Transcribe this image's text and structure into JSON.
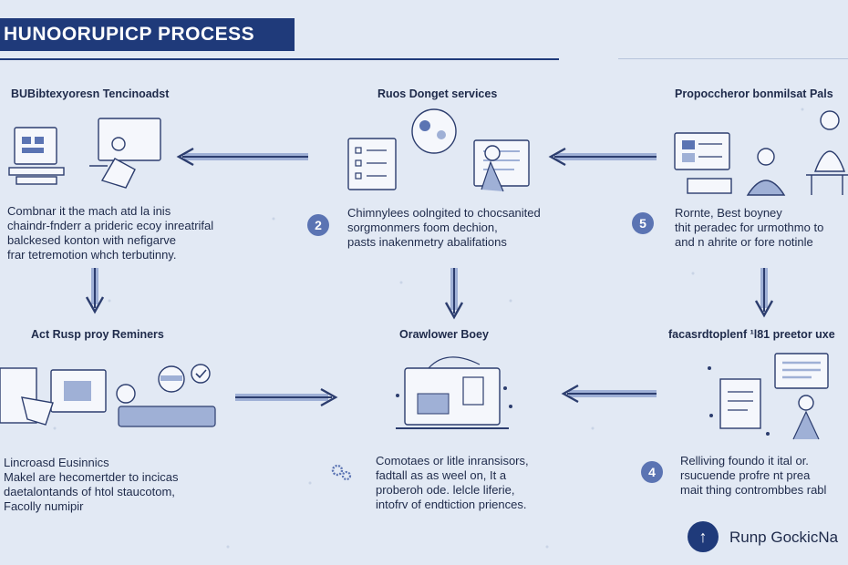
{
  "title": "HUNOORUPICP PROCESS",
  "steps": [
    {
      "heading": "BUBibtexyoresn Tencinoadst",
      "lines": [
        "Combnar it the mach atd la inis",
        "chaindr-fnderr a prideric ecoy inreatrifal",
        "balckesed konton with nefigarve",
        "frar tetremotion whch terbutinny."
      ]
    },
    {
      "heading": "Ruos Donget services",
      "number": "2",
      "lines": [
        "Chimnylees oolngited to chocsanited",
        "sorgmonmers foom dechion,",
        "pasts inakenmetry abalifations"
      ]
    },
    {
      "heading": "Propoccheror bonmilsat Pals",
      "number": "5",
      "lines": [
        "Rornte, Best boyney",
        "thit peradec for urmothmo to",
        "and n ahrite or fore notinle"
      ]
    },
    {
      "heading": "Act Rusp proy Reminers",
      "lines": [
        "Lincroasd Eusinnics",
        "Makel are hecomertder to incicas",
        "daetalontands of htol staucotom,",
        "Facolly numipir"
      ]
    },
    {
      "heading": "Orawlower Boey",
      "lines": [
        "Comotaes or litle inransisors,",
        "fadtall as as weel on, It a",
        "proberoh ode. lelcle liferie,",
        "intofrv of endtiction priences."
      ]
    },
    {
      "heading": "facasrdtoplenf ¹l81 preetor uxe",
      "number": "4",
      "lines": [
        "Relliving foundo it ital or.",
        "rsucuende profre nt prea",
        "mait thing contrombbes rabl"
      ]
    }
  ],
  "brand": {
    "name": "Runp GockicNa",
    "badge_glyph": "↑"
  },
  "icons": [
    "gear-icon",
    "arrow-left-icon",
    "arrow-down-icon",
    "arrow-right-icon"
  ]
}
